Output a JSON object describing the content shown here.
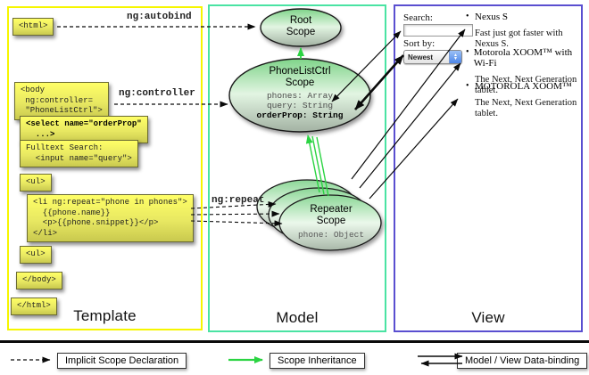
{
  "columns": {
    "template": {
      "title": "Template"
    },
    "model": {
      "title": "Model"
    },
    "view": {
      "title": "View"
    }
  },
  "template": {
    "boxes": {
      "html_open": "<html>",
      "body_open": [
        "<body",
        " ng:controller=",
        " \"PhoneListCtrl\">"
      ],
      "select": [
        "<select name=\"orderProp\"",
        "  ...>"
      ],
      "fulltext": [
        "Fulltext Search:",
        "  <input name=\"query\">"
      ],
      "ul_open": "<ul>",
      "li": [
        "<li ng:repeat=\"phone in phones\">",
        "  {{phone.name}}",
        "  <p>{{phone.snippet}}</p>",
        "</li>"
      ],
      "ul_close": "<ul>",
      "body_close": "</body>",
      "html_close": "</html>"
    }
  },
  "edges": {
    "autobind": "ng:autobind",
    "controller": "ng:controller",
    "repeat": "ng:repeat"
  },
  "model": {
    "root": {
      "line1": "Root",
      "line2": "Scope"
    },
    "phonelist": {
      "line1": "PhoneListCtrl",
      "line2": "Scope",
      "props": [
        "phones: Array",
        "query: String",
        "orderProp: String"
      ]
    },
    "repeater": {
      "line1": "Repeater",
      "line2": "Scope",
      "prop": "phone: Object"
    }
  },
  "view": {
    "search_label": "Search:",
    "sort_label": "Sort by:",
    "sort_value": "Newest",
    "items": [
      {
        "title": "Nexus S",
        "desc": "Fast just got faster with Nexus S."
      },
      {
        "title": "Motorola XOOM™ with Wi-Fi",
        "desc": "The Next, Next Generation tablet."
      },
      {
        "title": "MOTOROLA XOOM™",
        "desc": "The Next, Next Generation tablet."
      }
    ]
  },
  "legend": {
    "implicit": "Implicit Scope Declaration",
    "inheritance": "Scope Inheritance",
    "binding": "Model / View Data-binding"
  },
  "colors": {
    "template_border": "#f6f600",
    "model_border": "#4ae3a3",
    "view_border": "#5a4fd0",
    "scope_arrow_green": "#2bd442",
    "box_yellow": "#ffff66",
    "ellipse_green": "#7fd489"
  }
}
